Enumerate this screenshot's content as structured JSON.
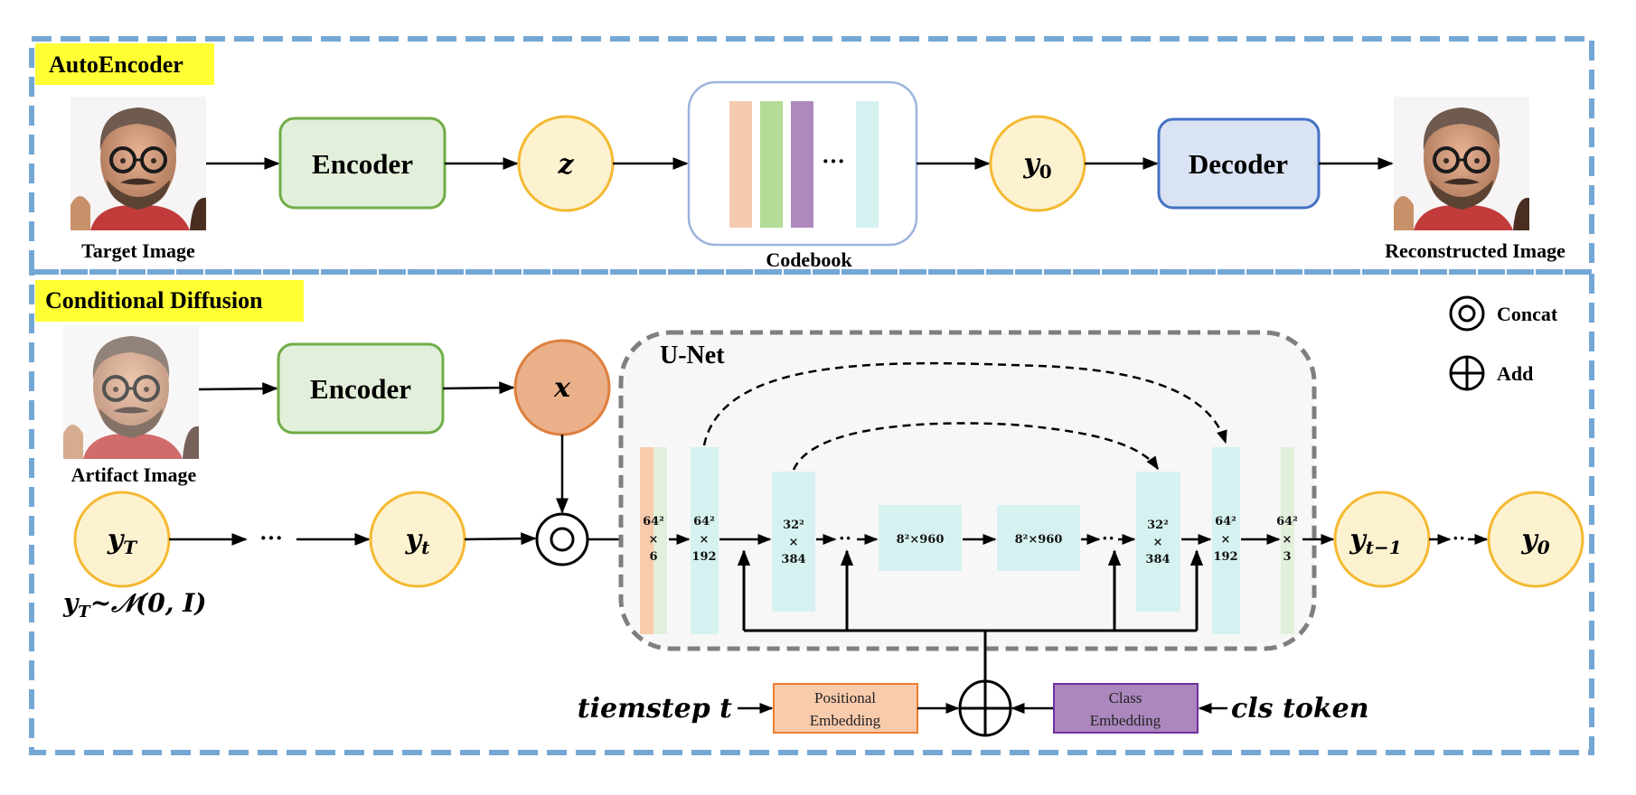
{
  "autoencoder": {
    "section_label": "AutoEncoder",
    "target_image_label": "Target Image",
    "encoder_label": "Encoder",
    "z_label": "z",
    "codebook_label": "Codebook",
    "codebook_ellipsis": "···",
    "y0_label": "y",
    "y0_sub": "0",
    "decoder_label": "Decoder",
    "reconstructed_image_label": "Reconstructed Image",
    "codebook_colors": [
      "#f5cbb0",
      "#b3dc97",
      "#ad89bd",
      "#d4f2ef"
    ]
  },
  "diffusion": {
    "section_label": "Conditional Diffusion",
    "artifact_image_label": "Artifact Image",
    "encoder_label": "Encoder",
    "x_label": "x",
    "yT_label": "y",
    "yT_sub": "T",
    "chain_ellipsis": "···",
    "yt_label": "y",
    "yt_sub": "t",
    "prior_label": "y",
    "prior_sub": "T",
    "prior_rest": "~𝒩(0, I)",
    "unet_label": "U-Net",
    "unet_blocks": [
      {
        "top": "64²",
        "mid": "×",
        "bot": "6"
      },
      {
        "top": "64²",
        "mid": "×",
        "bot": "192"
      },
      {
        "top": "32²",
        "mid": "×",
        "bot": "384"
      },
      {
        "text": "8²×960"
      },
      {
        "text": "8²×960"
      },
      {
        "top": "32²",
        "mid": "×",
        "bot": "384"
      },
      {
        "top": "64²",
        "mid": "×",
        "bot": "192"
      },
      {
        "top": "64²",
        "mid": "×",
        "bot": "3"
      }
    ],
    "unet_dots": "··",
    "ytm1_label": "y",
    "ytm1_sub": "t−1",
    "out_dots": "··",
    "y0_label": "y",
    "y0_sub": "0",
    "timestep_label": "tiemstep t",
    "positional_embedding_line1": "Positional",
    "positional_embedding_line2": "Embedding",
    "class_embedding_line1": "Class",
    "class_embedding_line2": "Embedding",
    "cls_token_label": "cls token"
  },
  "legend": {
    "concat_label": "Concat",
    "add_label": "Add"
  },
  "colors": {
    "section_border": "#74a7d4",
    "section_label_bg": "#ffff33",
    "encoder_fill": "#e2efda",
    "encoder_stroke": "#70ad47",
    "decoder_fill": "#dae3f3",
    "decoder_stroke": "#4472c4",
    "latent_fill": "#fdf2d0",
    "latent_stroke": "#f4b932",
    "x_fill": "#eab08a",
    "x_stroke": "#de7f3c",
    "unet_fill": "#f7f7f7",
    "unet_stroke": "#7f7f7f",
    "pos_emb_fill": "#f8cbad",
    "pos_emb_stroke": "#ed7d31",
    "cls_emb_fill": "#ab87bd",
    "cls_emb_stroke": "#7030a0",
    "block_cyan": "#d5f2f0",
    "block_green": "#e2efda",
    "block_orange": "#f8cbad"
  }
}
